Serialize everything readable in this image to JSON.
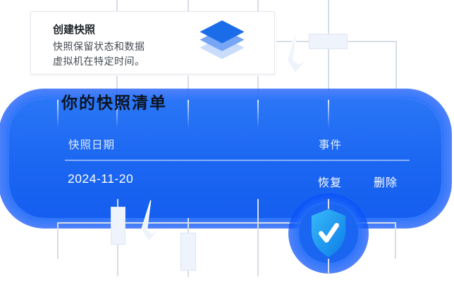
{
  "info_card": {
    "title": "创建快照",
    "line1": "快照保留状态和数据",
    "line2": "虚拟机在特定时间。"
  },
  "panel": {
    "title": "你的快照清单",
    "headers": {
      "date": "快照日期",
      "event": "事件"
    },
    "row": {
      "date": "2024-11-20",
      "restore": "恢复",
      "delete": "删除"
    },
    "accent_color": "#1b66f1"
  },
  "icons": {
    "card_icon": "layers-icon",
    "badge_icon": "shield-check-icon",
    "decor_arrow": "down-arrow-icon"
  },
  "colors": {
    "layer_top": "#1a6ce8",
    "layer_middle": "#76a6f5",
    "layer_bottom": "#c9dcfb",
    "shield_gradient_start": "#38baf8",
    "shield_gradient_end": "#0c7ce9",
    "gridline": "#d7dde8",
    "panel_title_text": "#0d1421"
  }
}
